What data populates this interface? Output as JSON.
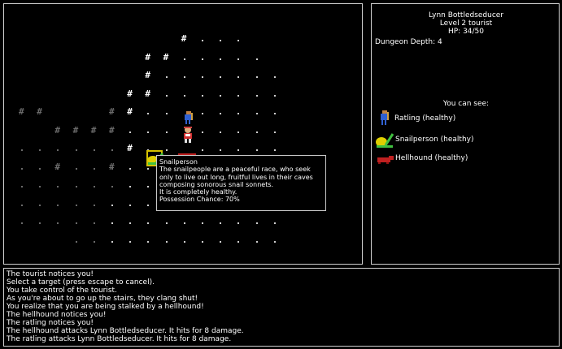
{
  "player": {
    "name": "Lynn Bottledseducer",
    "level_line": "Level 2 tourist",
    "hp_line": "HP: 34/50"
  },
  "dungeon_depth": "Dungeon Depth: 4",
  "visible": {
    "header": "You can see:",
    "entities": [
      {
        "label": "Ratling (healthy)",
        "icon": "ratling-icon"
      },
      {
        "label": "Snailperson (healthy)",
        "icon": "snailperson-icon"
      },
      {
        "label": "Hellhound (healthy)",
        "icon": "hellhound-icon"
      }
    ]
  },
  "tooltip": {
    "title": "Snailperson",
    "lines": [
      "The snailpeople are a peaceful race, who seek",
      "only to live out long, fruitful lives in their caves",
      "composing sonorous snail sonnets.",
      "It is completely healthy.",
      "Possession Chance: 70%"
    ]
  },
  "log": [
    "The tourist notices you!",
    "Select a target (press escape to cancel).",
    "You take control of the tourist.",
    "As you're about to go up the stairs, they clang shut!",
    "You realize that you are being stalked by a hellhound!",
    "The hellhound notices you!",
    "The ratling notices you!",
    "The hellhound attacks Lynn Bottledseducer. It hits for 8 damage.",
    "The ratling attacks Lynn Bottledseducer. It hits for 8 damage."
  ],
  "map": {
    "wall_glyph": "#"
  },
  "colors": {
    "border": "#d0d0d0",
    "cursor": "#d4c000",
    "snail_yellow": "#e0d000",
    "snail_green": "#40c040",
    "hellhound_red": "#c02020",
    "ratling_blue": "#3060d0"
  }
}
